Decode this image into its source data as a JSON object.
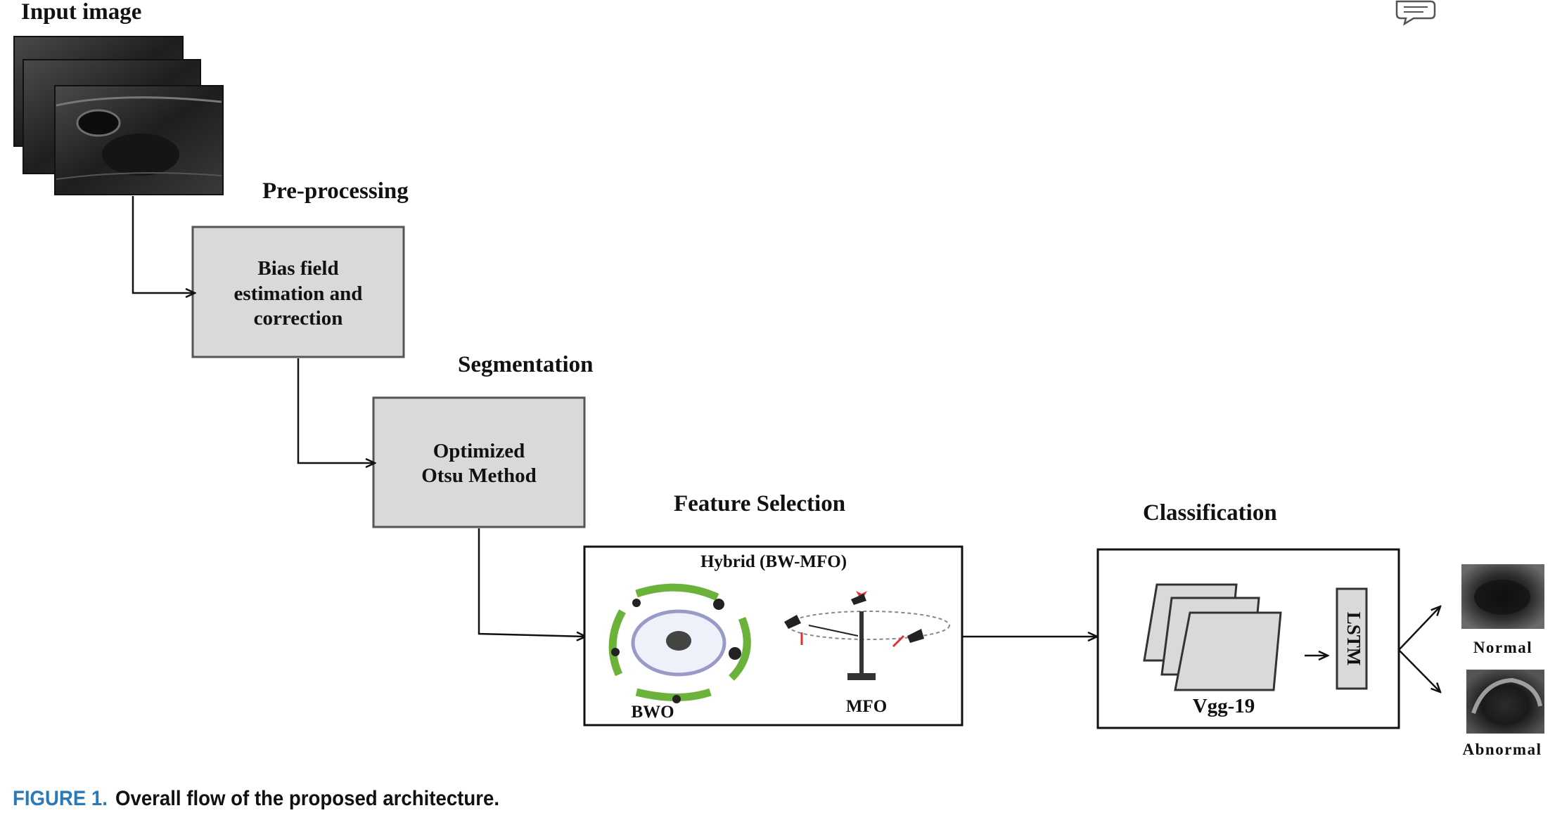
{
  "stages": {
    "input": {
      "title": "Input image"
    },
    "preprocessing": {
      "title": "Pre-processing",
      "box_lines": [
        "Bias field",
        "estimation and",
        "correction"
      ]
    },
    "segmentation": {
      "title": "Segmentation",
      "box_lines": [
        "Optimized",
        "Otsu Method"
      ]
    },
    "feature_selection": {
      "title": "Feature Selection",
      "box_title": "Hybrid (BW-MFO)",
      "left_label": "BWO",
      "right_label": "MFO"
    },
    "classification": {
      "title": "Classification",
      "cnn_label": "Vgg-19",
      "lstm_label": "LSTM"
    }
  },
  "outputs": [
    {
      "label": "Normal"
    },
    {
      "label": "Abnormal"
    }
  ],
  "caption": {
    "figure_label": "FIGURE 1.",
    "text": "Overall flow of the proposed architecture."
  },
  "colors": {
    "box_fill": "#d9d9d9",
    "caption_blue": "#2a7ab8",
    "cycle_green": "#6ab23a",
    "ring": "#9a9ac8"
  },
  "icons": {
    "top_right": "comment-icon"
  }
}
